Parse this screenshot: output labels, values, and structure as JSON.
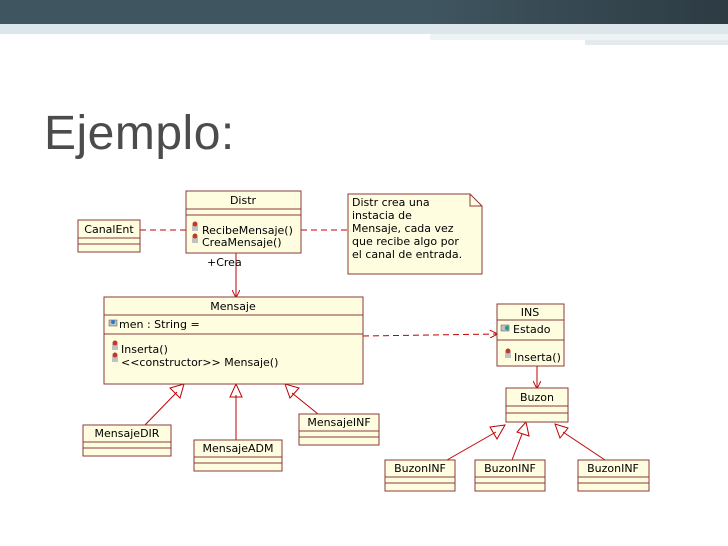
{
  "slide": {
    "title": "Ejemplo:"
  },
  "diagram": {
    "distr": {
      "name": "Distr",
      "op1": "RecibeMensaje()",
      "op2": "CreaMensaje()"
    },
    "canal_ent": {
      "name": "CanalEnt"
    },
    "note": {
      "line1": "Distr crea una",
      "line2": "instacia de",
      "line3": "Mensaje, cada vez",
      "line4": "que recibe algo por",
      "line5": "el canal de entrada."
    },
    "crea_label": "+Crea",
    "mensaje": {
      "name": "Mensaje",
      "attr": "men : String =",
      "op1": "Inserta()",
      "op2": "<<constructor>> Mensaje()"
    },
    "ins": {
      "name": "INS",
      "attr": "Estado",
      "op": "Inserta()"
    },
    "buzon": {
      "name": "Buzon"
    },
    "mensaje_dir": {
      "name": "MensajeDIR"
    },
    "mensaje_adm": {
      "name": "MensajeADM"
    },
    "mensaje_inf": {
      "name": "MensajeINF"
    },
    "buzon_inf_1": {
      "name": "BuzonINF"
    },
    "buzon_inf_2": {
      "name": "BuzonINF"
    },
    "buzon_inf_3": {
      "name": "BuzonINF"
    }
  }
}
